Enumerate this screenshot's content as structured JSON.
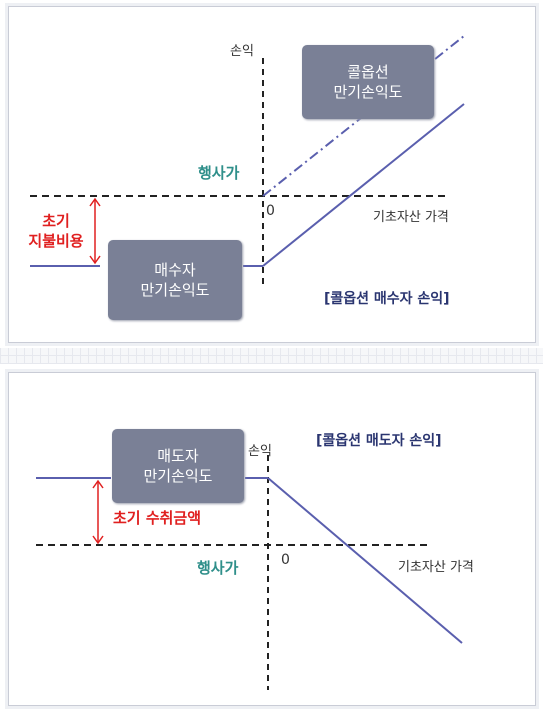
{
  "top": {
    "axis_y_label": "손익",
    "origin_label": "0",
    "axis_x_label": "기초자산 가격",
    "strike_label": "행사가",
    "call_box": [
      "콜옵션",
      "만기손익도"
    ],
    "buyer_box": [
      "매수자",
      "만기손익도"
    ],
    "premium_label": [
      "초기",
      "지불비용"
    ],
    "caption": "[콜옵션 매수자 손익]"
  },
  "bottom": {
    "seller_box": [
      "매도자",
      "만기손익도"
    ],
    "axis_y_label": "손익",
    "caption": "[콜옵션 매도자 손익]",
    "premium_label": "초기 수취금액",
    "strike_label": "행사가",
    "origin_label": "0",
    "axis_x_label": "기초자산 가격"
  },
  "colors": {
    "line": "#5a5fae",
    "axis": "#222222",
    "box": "#7a8096",
    "red": "#e02020",
    "teal": "#2f8f8a",
    "caption": "#2a3570"
  }
}
